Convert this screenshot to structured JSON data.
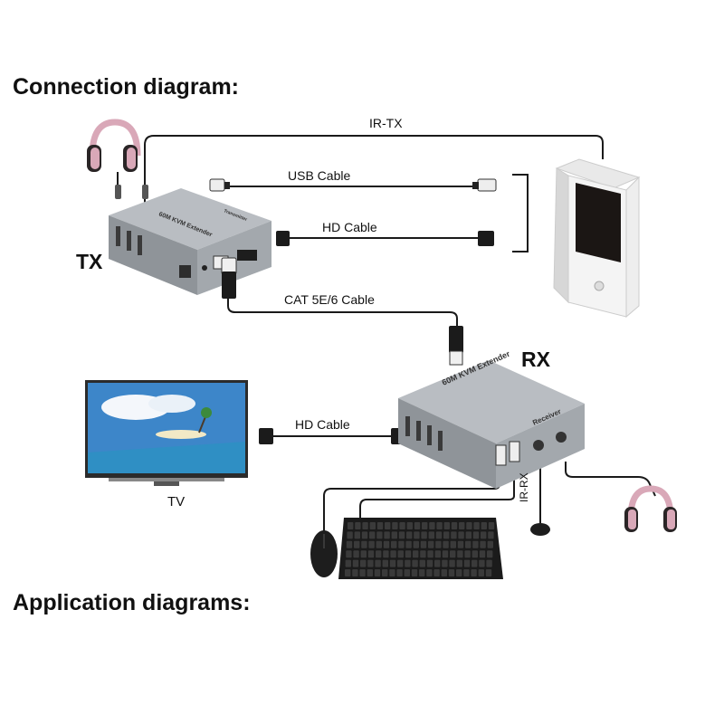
{
  "headings": {
    "connection": "Connection diagram:",
    "application": "Application diagrams:"
  },
  "devices": {
    "tx_label": "TX",
    "rx_label": "RX",
    "tx_top_text": "60M KVM Extender",
    "tx_side_text": "Transmitter",
    "rx_top_text": "60M KVM Extender",
    "rx_side_text": "Receiver",
    "tv_label": "TV"
  },
  "cables": {
    "ir_tx": "IR-TX",
    "usb": "USB Cable",
    "hd_top": "HD  Cable",
    "cat": "CAT 5E/6 Cable",
    "hd_bottom": "HD  Cable",
    "ir_rx": "IR-RX"
  },
  "colors": {
    "device_body": "#9ea3a9",
    "device_top": "#b9bdc2",
    "cable": "#1a1a1a",
    "headphone": "#d9a8b8",
    "pc_case": "#f4f4f4",
    "pc_front": "#1b1614",
    "sky": "#3d86c9"
  },
  "icons": [
    "headphones-icon",
    "usb-plug-icon",
    "hdmi-plug-icon",
    "rj45-plug-icon",
    "pc-tower-icon",
    "tv-icon",
    "mouse-icon",
    "keyboard-icon",
    "ir-sensor-icon"
  ]
}
